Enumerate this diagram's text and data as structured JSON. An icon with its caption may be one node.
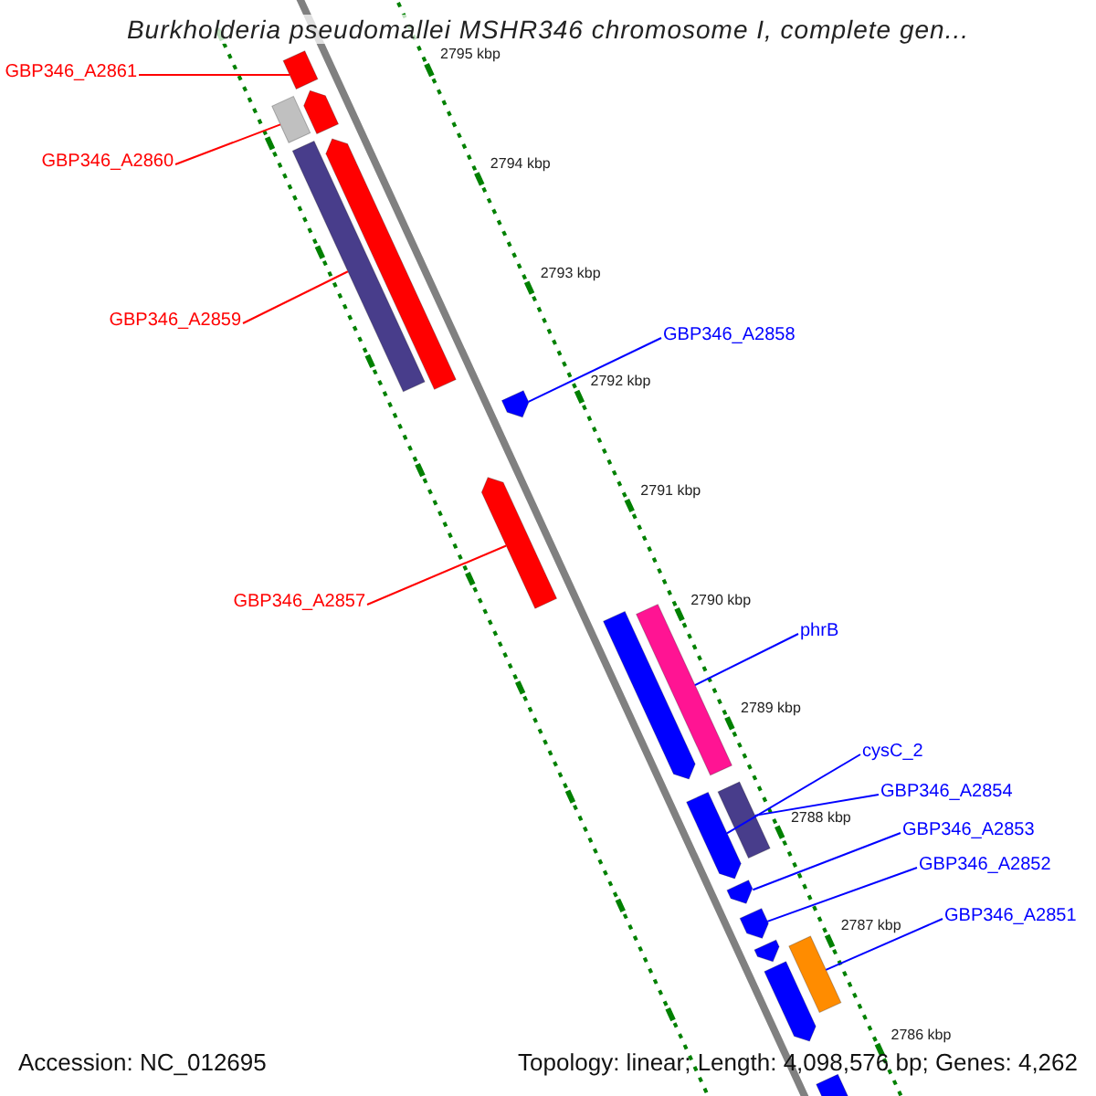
{
  "diagram": {
    "title": "Burkholderia pseudomallei MSHR346 chromosome I, complete gen...",
    "nodes": [
      {
        "text": [
          "GBP346_A2861"
        ]
      },
      {
        "text": [],
        "shape": "bar"
      },
      {
        "text": [
          "GBP346_A2860"
        ]
      },
      {
        "text": [],
        "shape": "bar"
      },
      {
        "text": [],
        "shape": "bar"
      },
      {
        "text": [
          "GBP346_A2859"
        ]
      },
      {
        "text": [],
        "shape": "bar"
      },
      {
        "text": [],
        "shape": "bar"
      },
      {
        "text": [
          "GBP346_A2858"
        ]
      },
      {
        "text": [],
        "shape": "bar"
      },
      {
        "text": [
          "GBP346_A2857"
        ]
      },
      {
        "text": [],
        "shape": "bar"
      },
      {
        "text": [],
        "shape": "bar"
      },
      {
        "text": [
          "phrB"
        ]
      },
      {
        "text": [],
        "shape": "bar"
      },
      {
        "text": [
          "cysC_2"
        ]
      },
      {
        "text": [],
        "shape": "bar"
      },
      {
        "text": [
          "GBP346_A2854"
        ]
      },
      {
        "text": [],
        "shape": "bar"
      },
      {
        "text": [
          "GBP346_A2853"
        ]
      },
      {
        "text": [],
        "shape": "bar"
      },
      {
        "text": [
          "GBP346_A2852"
        ]
      },
      {
        "text": [],
        "shape": "bar"
      },
      {
        "text": [],
        "shape": "bar"
      },
      {
        "text": [],
        "shape": "bar"
      },
      {
        "text": [
          "GBP346_A2851"
        ]
      },
      {
        "text": [],
        "shape": "bar"
      },
      {
        "text": [],
        "shape": "bar"
      }
    ],
    "edges": [
      {
        "from": 0,
        "to": 1,
        "arrow": "none",
        "color": "#ff0000"
      },
      {
        "from": 2,
        "to": 3,
        "arrow": "none",
        "color": "#ff0000"
      },
      {
        "from": 5,
        "to": 6,
        "arrow": "none",
        "color": "#ff0000"
      },
      {
        "from": 8,
        "to": 9,
        "arrow": "none"
      },
      {
        "from": 10,
        "to": 11,
        "arrow": "none",
        "color": "#ff0000"
      },
      {
        "from": 13,
        "to": 14,
        "arrow": "none"
      },
      {
        "from": 15,
        "to": 16,
        "arrow": "none"
      },
      {
        "from": 17,
        "to": 18,
        "arrow": "none"
      },
      {
        "from": 19,
        "to": 20,
        "arrow": "none"
      },
      {
        "from": 21,
        "to": 22,
        "arrow": "none"
      },
      {
        "from": 25,
        "to": 26,
        "arrow": "none"
      }
    ],
    "labels": [
      "2795 kbp",
      "2794 kbp",
      "2793 kbp",
      "2792 kbp",
      "2791 kbp",
      "2790 kbp",
      "2789 kbp",
      "2788 kbp",
      "2787 kbp",
      "2786 kbp",
      "Accession: NC_012695",
      "Topology: linear; Length: 4,098,576 bp; Genes: 4,262"
    ]
  }
}
